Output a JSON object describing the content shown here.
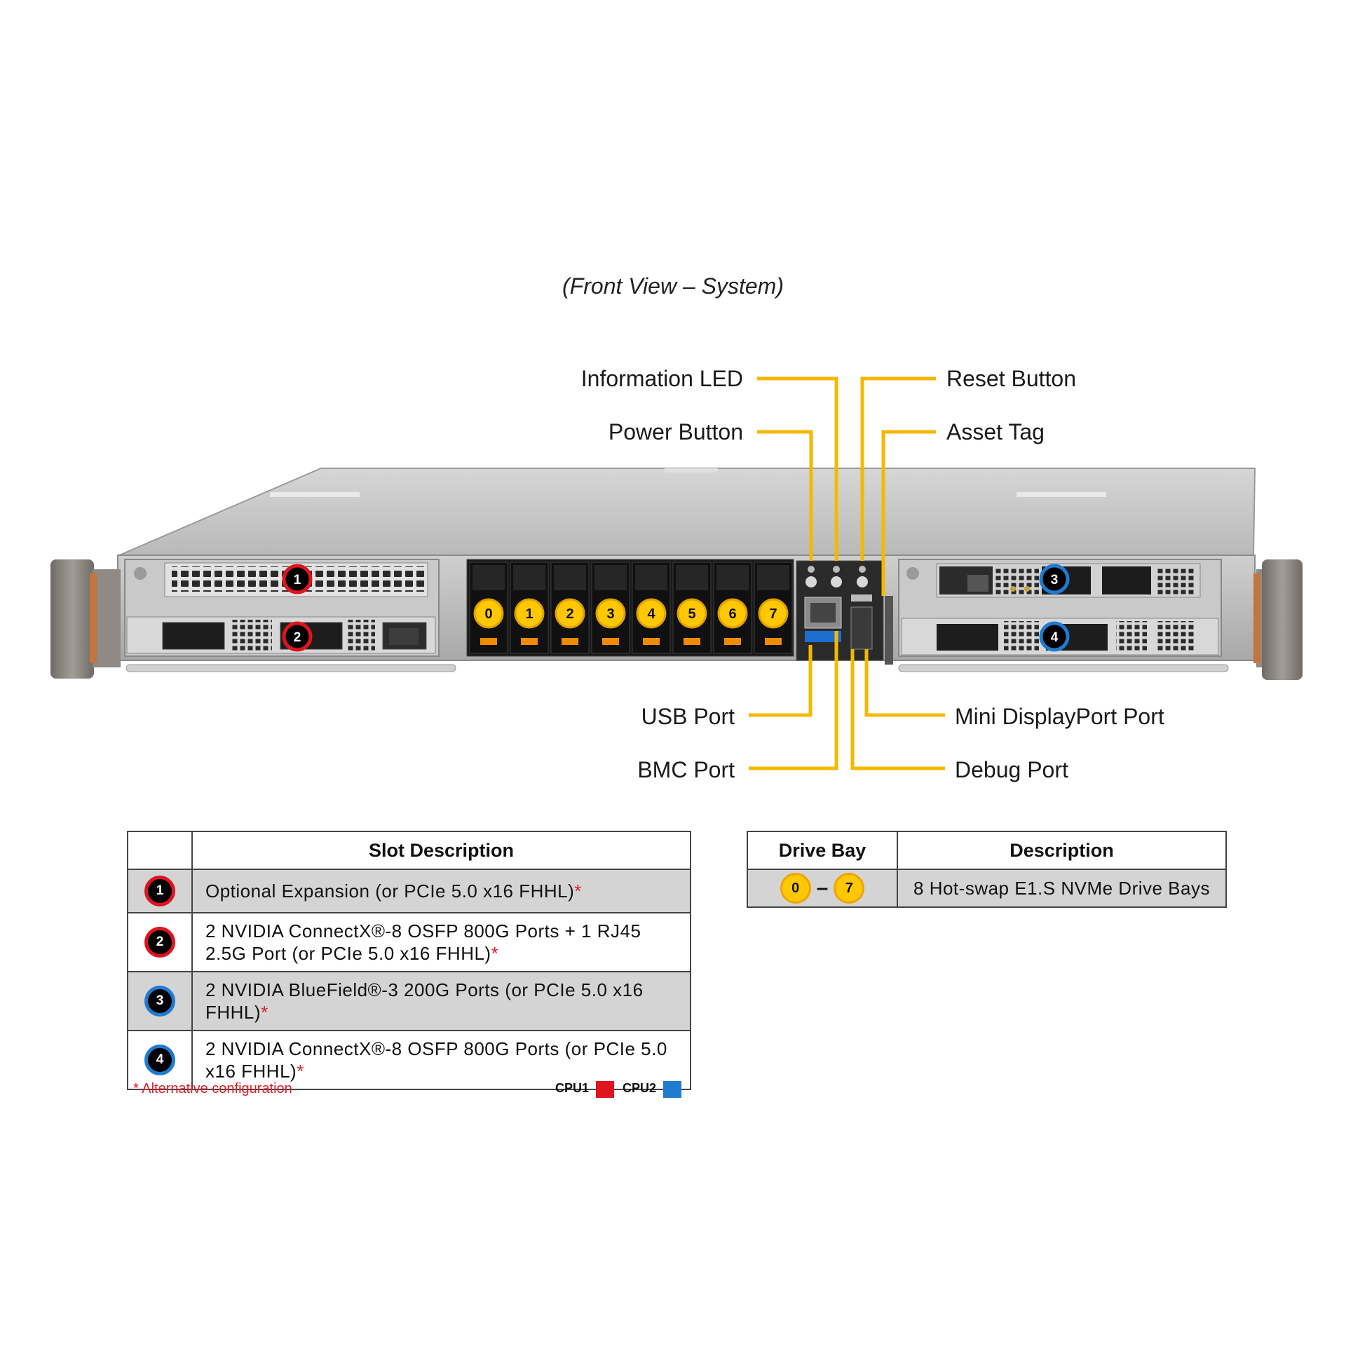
{
  "view_title": "(Front View – System)",
  "callouts": {
    "information_led": "Information LED",
    "power_button": "Power Button",
    "reset_button": "Reset Button",
    "asset_tag": "Asset Tag",
    "usb_port": "USB Port",
    "bmc_port": "BMC Port",
    "mini_displayport": "Mini DisplayPort Port",
    "debug_port": "Debug Port"
  },
  "chassis": {
    "slot_badges": [
      "1",
      "2",
      "3",
      "4"
    ],
    "drive_bays": [
      "0",
      "1",
      "2",
      "3",
      "4",
      "5",
      "6",
      "7"
    ]
  },
  "slot_table": {
    "header": "Slot Description",
    "rows": [
      {
        "num": "1",
        "cpu": "CPU1",
        "desc": "Optional Expansion (or PCIe 5.0 x16 FHHL)",
        "star": "*"
      },
      {
        "num": "2",
        "cpu": "CPU1",
        "desc": "2 NVIDIA ConnectX®-8 OSFP 800G Ports + 1 RJ45 2.5G Port (or PCIe 5.0 x16 FHHL)",
        "star": "*"
      },
      {
        "num": "3",
        "cpu": "CPU2",
        "desc": "2 NVIDIA BlueField®-3 200G Ports (or PCIe 5.0 x16 FHHL)",
        "star": "*"
      },
      {
        "num": "4",
        "cpu": "CPU2",
        "desc": "2 NVIDIA ConnectX®-8 OSFP 800G Ports (or PCIe 5.0 x16 FHHL)",
        "star": "*"
      }
    ]
  },
  "drive_table": {
    "header_bay": "Drive Bay",
    "header_desc": "Description",
    "bay_from": "0",
    "bay_to": "7",
    "dash": "–",
    "desc": "8 Hot-swap E1.S NVMe Drive Bays"
  },
  "footnote": "* Alternative configuration",
  "legend": {
    "cpu1_label": "CPU1",
    "cpu1_color": "#e0141c",
    "cpu2_label": "CPU2",
    "cpu2_color": "#1e7bd0"
  },
  "colors": {
    "callout_line": "#f5b800",
    "drive_badge": "#ffc800",
    "drive_tab": "#f08a00"
  }
}
